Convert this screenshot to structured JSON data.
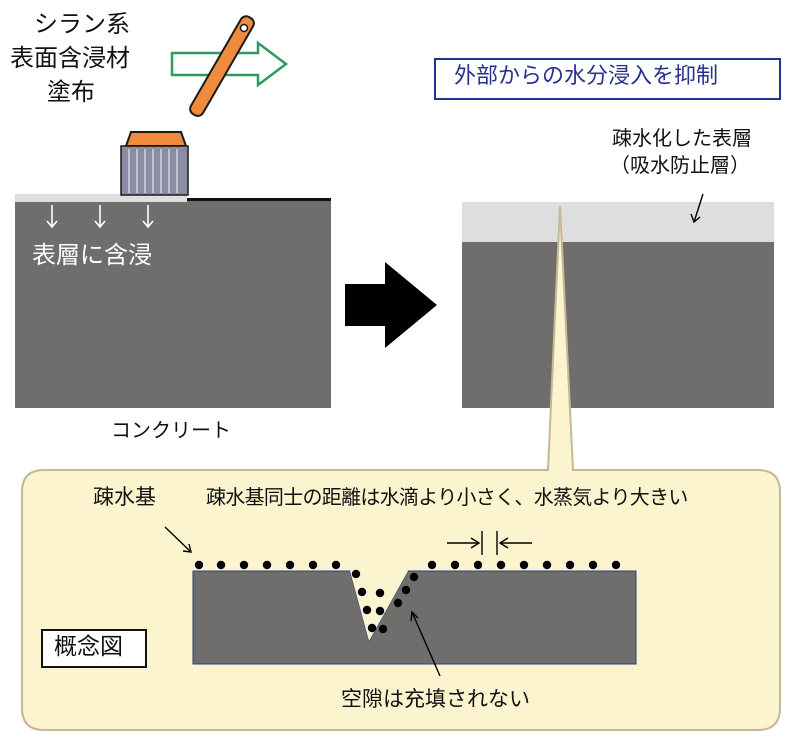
{
  "labels": {
    "applicator_line1": "シラン系",
    "applicator_line2": "表面含浸材",
    "applicator_line3": "塗布",
    "penetration": "表層に含浸",
    "substrate": "コンクリート",
    "result_banner": "外部からの水分浸入を抑制",
    "layer_line1": "疎水化した表層",
    "layer_line2": "（吸水防止層）",
    "hydrophobic_group": "疎水基",
    "spacing_note": "疎水基同士の距離は水滴より小さく、水蒸気より大きい",
    "concept_tag": "概念図",
    "pores_note": "空隙は充填されない"
  },
  "colors": {
    "concrete": "#706e6c",
    "surface_layer": "#dedede",
    "callout_fill": "#fcf3cf",
    "callout_stroke": "#c4b896",
    "brush_handle": "#f08a3c",
    "brush_bristles": "#8c8ca4",
    "flow_arrow": "#2e9a62",
    "banner_border": "#26328f",
    "banner_text": "#26328f",
    "process_arrow": "#000000",
    "molecule_dots": "#000000"
  },
  "icons": {
    "brush": "paint-brush-icon",
    "flow": "right-outline-arrow-icon",
    "process": "right-solid-arrow-icon"
  }
}
